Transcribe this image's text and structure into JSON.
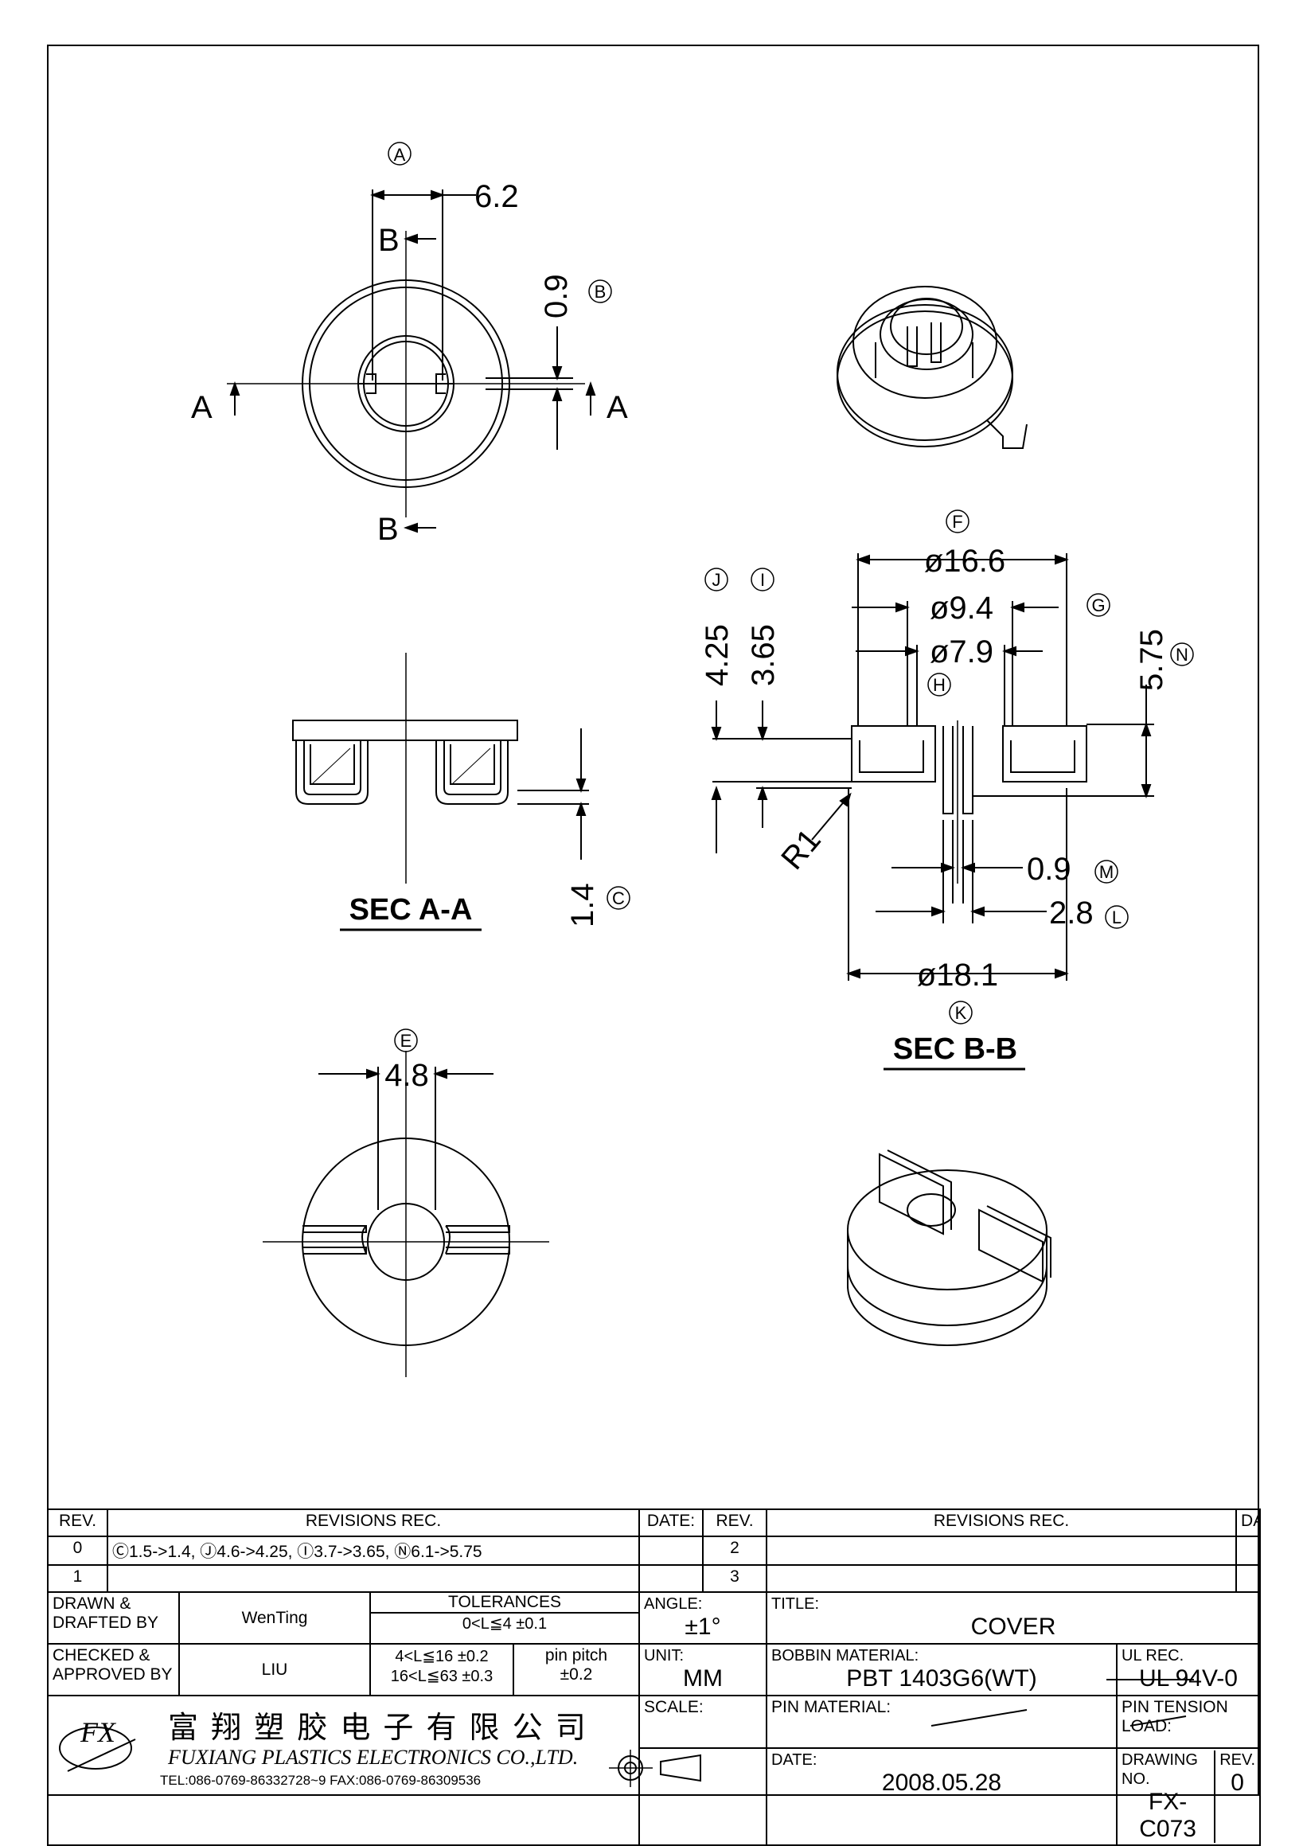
{
  "views": {
    "top": {
      "callout_a": "A",
      "dim_a": "6.2",
      "callout_b": "B",
      "dim_b": "0.9",
      "section_a": "A",
      "section_b": "B"
    },
    "sec_aa": {
      "title": "SEC A-A",
      "callout_c": "C",
      "dim_c": "1.4"
    },
    "sec_bb": {
      "title": "SEC B-B",
      "callout_f": "F",
      "dim_f": "ø16.6",
      "callout_g": "G",
      "dim_g": "ø9.4",
      "callout_h": "H",
      "dim_h": "ø7.9",
      "callout_j": "J",
      "dim_j": "4.25",
      "callout_i": "I",
      "dim_i": "3.65",
      "callout_n": "N",
      "dim_n": "5.75",
      "radius": "R1",
      "callout_m": "M",
      "dim_m": "0.9",
      "callout_l": "L",
      "dim_l": "2.8",
      "callout_k": "K",
      "dim_k": "ø18.1"
    },
    "bottom": {
      "callout_e": "E",
      "dim_e": "4.8"
    }
  },
  "title_block": {
    "rev_header": "REV.",
    "revisions_header": "REVISIONS   REC.",
    "date_header": "DATE:",
    "rev_left": [
      "0",
      "1"
    ],
    "rev0_text": "Ⓒ1.5->1.4, Ⓙ4.6->4.25, Ⓘ3.7->3.65, Ⓝ6.1->5.75",
    "rev_right": [
      "2",
      "3"
    ],
    "drawn_label": "DRAWN &\nDRAFTED BY",
    "drawn_by": "WenTing",
    "checked_label": "CHECKED &\nAPPROVED BY",
    "checked_by": "LIU",
    "tolerances_label": "TOLERANCES",
    "tol_rows": [
      "0<L≦4   ±0.1",
      "4<L≦16  ±0.2",
      "16<L≦63  ±0.3"
    ],
    "pin_pitch_label": "pin pitch",
    "pin_pitch_value": "±0.2",
    "angle_label": "ANGLE:",
    "angle_value": "±1°",
    "unit_label": "UNIT:",
    "unit_value": "MM",
    "scale_label": "SCALE:",
    "title_label": "TITLE:",
    "title_value": "COVER",
    "bobbin_label": "BOBBIN MATERIAL:",
    "bobbin_value": "PBT 1403G6(WT)",
    "ul_label": "UL REC.",
    "ul_value": "UL 94V-0",
    "pin_material_label": "PIN MATERIAL:",
    "pin_tension_label": "PIN TENSION LOAD:",
    "date_label": "DATE:",
    "date_value": "2008.05.28",
    "drawing_no_label": "DRAWING NO.",
    "drawing_no_value": "FX-C073",
    "rev_label": "REV.",
    "rev_value": "0",
    "company_cn": "富 翔 塑 胶 电 子 有 限 公 司",
    "company_en": "FUXIANG PLASTICS ELECTRONICS CO.,LTD.",
    "contact": "TEL:086-0769-86332728~9  FAX:086-0769-86309536",
    "logo_text": "FX"
  }
}
